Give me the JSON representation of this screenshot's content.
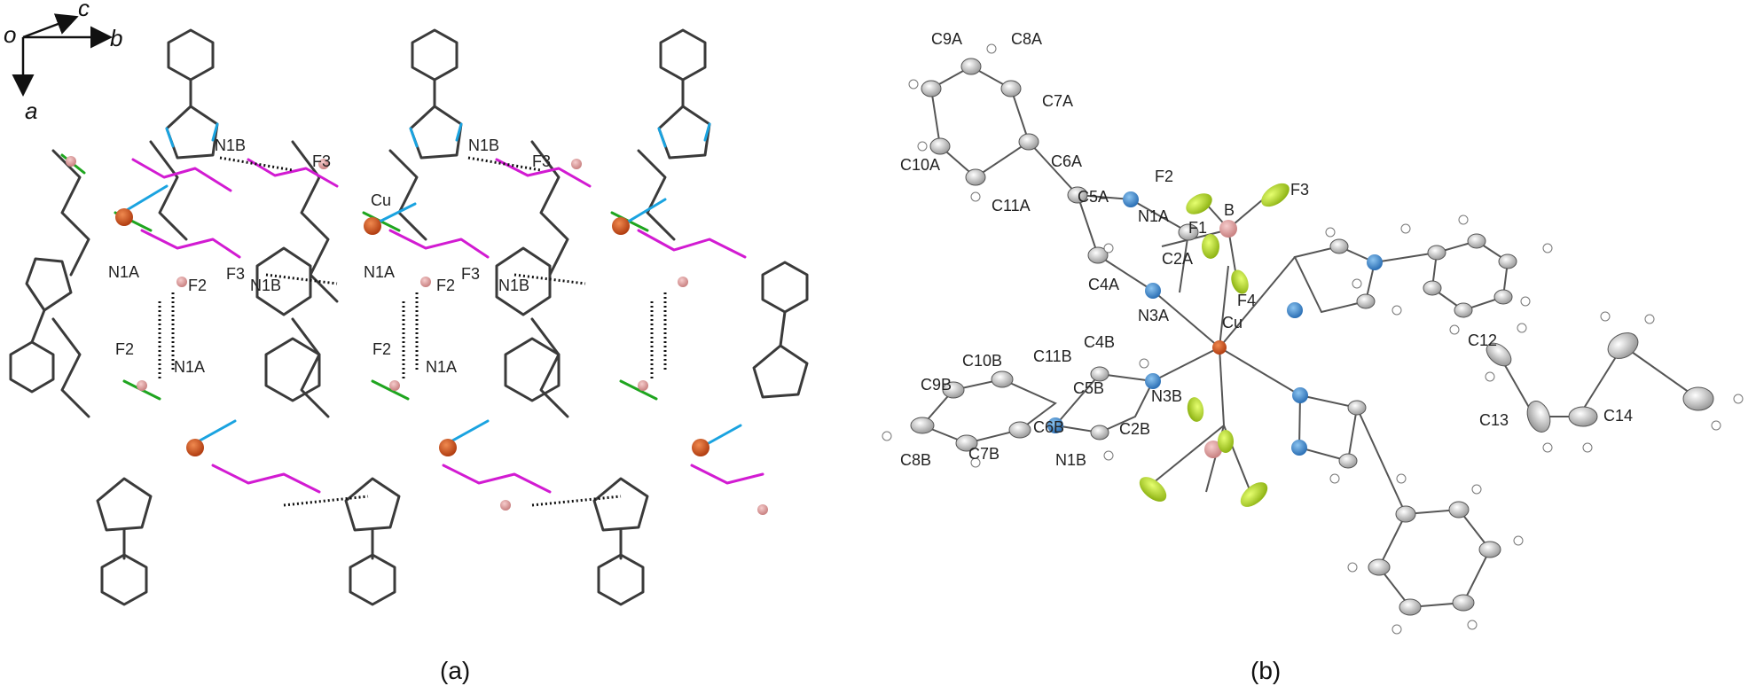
{
  "panel_a": {
    "caption": "(a)",
    "axes": {
      "origin": "o",
      "c": "c",
      "b": "b",
      "a": "a"
    },
    "labels": {
      "n1b_1": "N1B",
      "f3_1": "F3",
      "cu": "Cu",
      "n1b_2": "N1B",
      "f3_2": "F3",
      "n1a_1": "N1A",
      "f2_1": "F2",
      "f3_3": "F3",
      "n1b_3": "N1B",
      "n1a_2": "N1A",
      "f2_2": "F2",
      "f3_4": "F3",
      "n1b_4": "N1B",
      "f2_3": "F2",
      "n1a_3": "N1A",
      "f2_4": "F2",
      "n1a_4": "N1A"
    }
  },
  "panel_b": {
    "caption": "(b)",
    "labels": {
      "c9a": "C9A",
      "c8a": "C8A",
      "c7a": "C7A",
      "c6a": "C6A",
      "c10a": "C10A",
      "c11a": "C11A",
      "c5a": "C5A",
      "n1a": "N1A",
      "f2": "F2",
      "b": "B",
      "f3": "F3",
      "f1": "F1",
      "c2a": "C2A",
      "c4a": "C4A",
      "f4": "F4",
      "n3a": "N3A",
      "cu": "Cu",
      "c4b": "C4B",
      "c10b": "C10B",
      "c11b": "C11B",
      "c9b": "C9B",
      "c5b": "C5B",
      "n3b": "N3B",
      "c6b": "C6B",
      "c2b": "C2B",
      "c8b": "C8B",
      "c7b": "C7B",
      "n1b": "N1B",
      "c12": "C12",
      "c13": "C13",
      "c14": "C14"
    }
  },
  "colors": {
    "copper": "#c8501e",
    "boron": "#e6a0a0",
    "fluorine": "#b4d82a",
    "nitrogen": "#3c8ed2",
    "bond": "#3a3a3a",
    "nitrogen_bond": "#1aa3e0",
    "tf_bond": "#d21bd2",
    "green_bond": "#1fa51f"
  }
}
